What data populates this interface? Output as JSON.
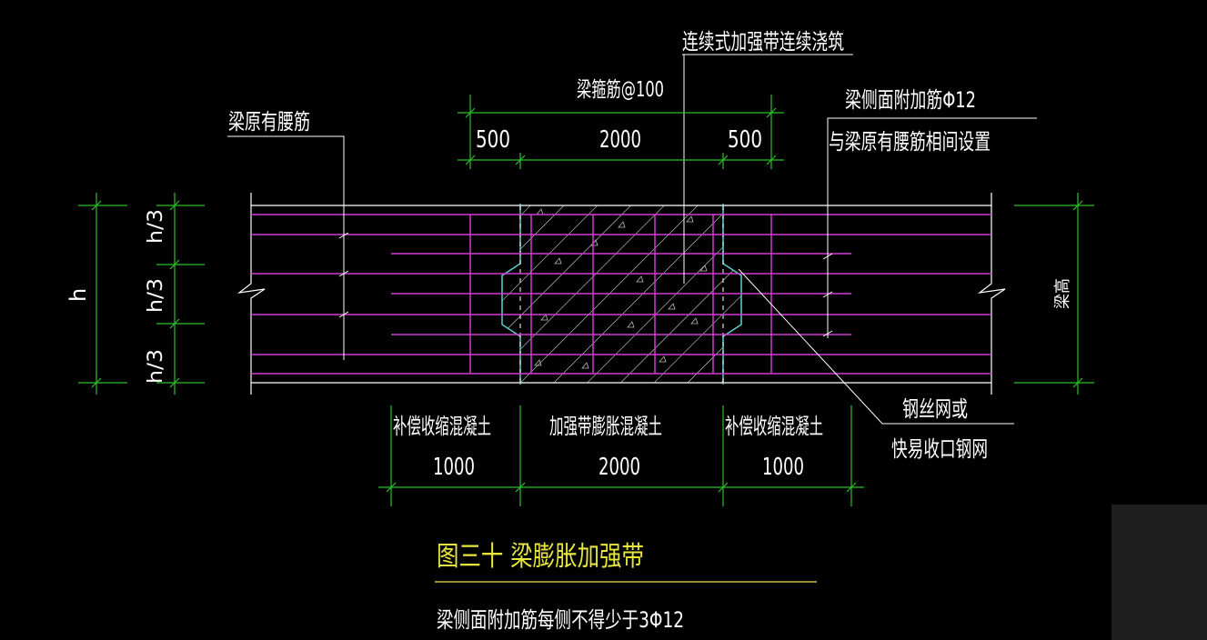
{
  "colors": {
    "background": "#000000",
    "beam": "#ffffff",
    "rebar": "#d43bd4",
    "dimension": "#2bbf2b",
    "title": "#e6e63c",
    "text": "#ffffff",
    "edge": "#5fd0d0"
  },
  "labels": {
    "continuous_pour": "连续式加强带连续浇筑",
    "stirrup": "梁箍筋@100",
    "original_waist_bar": "梁原有腰筋",
    "side_bar_line1": "梁侧面附加筋Φ12",
    "side_bar_line2": "与梁原有腰筋相间设置",
    "mesh_line1": "钢丝网或",
    "mesh_line2": "快易收口钢网",
    "beam_height": "梁高",
    "h": "h",
    "h3_top": "h/3",
    "h3_mid": "h/3",
    "h3_bot": "h/3"
  },
  "dims_top": {
    "left": "500",
    "middle": "2000",
    "right": "500"
  },
  "zones": {
    "left_name": "补偿收缩混凝土",
    "left_len": "1000",
    "middle_name": "加强带膨胀混凝土",
    "middle_len": "2000",
    "right_name": "补偿收缩混凝土",
    "right_len": "1000"
  },
  "title": "图三十  梁膨胀加强带",
  "note": "梁侧面附加筋每侧不得少于3Φ12"
}
